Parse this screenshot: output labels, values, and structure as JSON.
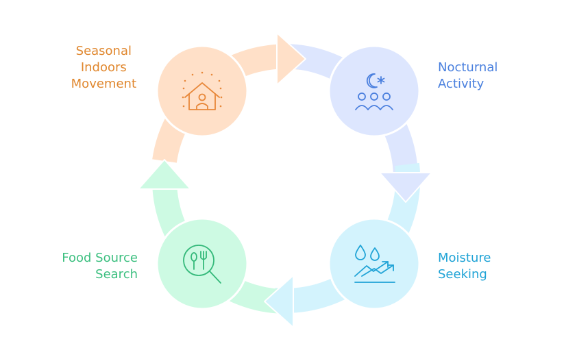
{
  "colors": {
    "orange": "#FFE0C8",
    "orange_text": "#E0872E",
    "orange_icon": "#E8883A",
    "blue": "#DDE6FE",
    "blue_text": "#4A80DE",
    "blue_icon": "#4A7FDE",
    "cyan": "#D3F3FD",
    "cyan_text": "#1FA3D6",
    "cyan_icon": "#1FA3D6",
    "green": "#CDFAE3",
    "green_text": "#3BBF7F",
    "green_icon": "#34B97A"
  },
  "stages": [
    {
      "icon": "house-with-person-icon",
      "lines": [
        "Seasonal",
        "Indoors",
        "Movement"
      ]
    },
    {
      "icon": "moon-and-people-icon",
      "lines": [
        "Nocturnal",
        "Activity"
      ]
    },
    {
      "icon": "water-drops-trend-icon",
      "lines": [
        "Moisture",
        "Seeking"
      ]
    },
    {
      "icon": "food-search-icon",
      "lines": [
        "Food Source",
        "Search"
      ]
    }
  ]
}
